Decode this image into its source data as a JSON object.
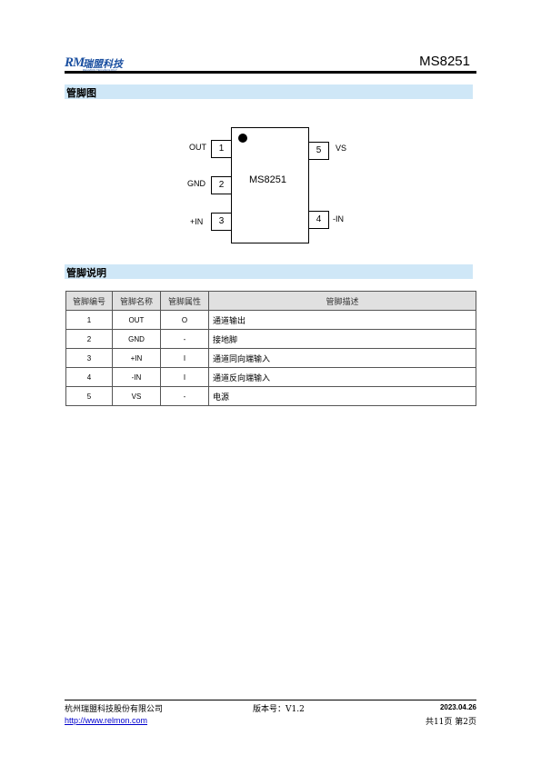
{
  "header": {
    "logo_mark": "RM",
    "logo_cn": "瑞盟科技",
    "logo_en": "RELMON TECHNOLOGY",
    "title": "MS8251"
  },
  "sections": {
    "pin_diagram": "管脚图",
    "pin_description": "管脚说明"
  },
  "diagram": {
    "chip_name": "MS8251",
    "pins": [
      {
        "number": "1",
        "label": "OUT"
      },
      {
        "number": "2",
        "label": "GND"
      },
      {
        "number": "3",
        "label": "+IN"
      },
      {
        "number": "4",
        "label": "-IN"
      },
      {
        "number": "5",
        "label": "VS"
      }
    ]
  },
  "table": {
    "headers": [
      "管脚编号",
      "管脚名称",
      "管脚属性",
      "管脚描述"
    ],
    "rows": [
      {
        "no": "1",
        "name": "OUT",
        "attr": "O",
        "desc": "通道输出"
      },
      {
        "no": "2",
        "name": "GND",
        "attr": "-",
        "desc": "接地脚"
      },
      {
        "no": "3",
        "name": "+IN",
        "attr": "I",
        "desc": "通道同向端输入"
      },
      {
        "no": "4",
        "name": "-IN",
        "attr": "I",
        "desc": "通道反向端输入"
      },
      {
        "no": "5",
        "name": "VS",
        "attr": "-",
        "desc": "电源"
      }
    ]
  },
  "footer": {
    "company": "杭州瑞盟科技股份有限公司",
    "version": "版本号：V1.2",
    "date": "2023.04.26",
    "url": "http://www.relmon.com",
    "pages": "共11页 第2页"
  }
}
